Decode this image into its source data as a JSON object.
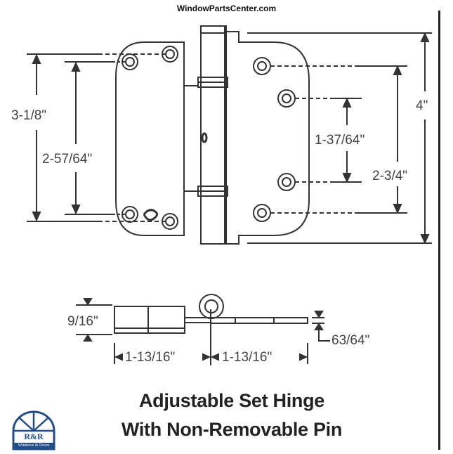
{
  "header": {
    "site": "WindowPartsCenter.com"
  },
  "front_view": {
    "left_dims": [
      {
        "label": "3-1/8\"",
        "name": "overall-leaf-height-left"
      },
      {
        "label": "2-57/64\"",
        "name": "hole-spacing-left"
      }
    ],
    "right_dims": [
      {
        "label": "4\"",
        "name": "overall-height"
      },
      {
        "label": "2-3/4\"",
        "name": "outer-hole-spacing-right"
      },
      {
        "label": "1-37/64\"",
        "name": "inner-hole-spacing-right"
      }
    ]
  },
  "side_view": {
    "thickness_left": "9/16\"",
    "leaf_width_left": "1-13/16\"",
    "leaf_width_right": "1-13/16\"",
    "leaf_thickness_right": "63/64\""
  },
  "caption": {
    "line1": "Adjustable Set Hinge",
    "line2": "With Non-Removable Pin"
  },
  "logo": {
    "brand": "R&R",
    "sub": "Windows & Doors",
    "color": "#1f4e8c"
  }
}
